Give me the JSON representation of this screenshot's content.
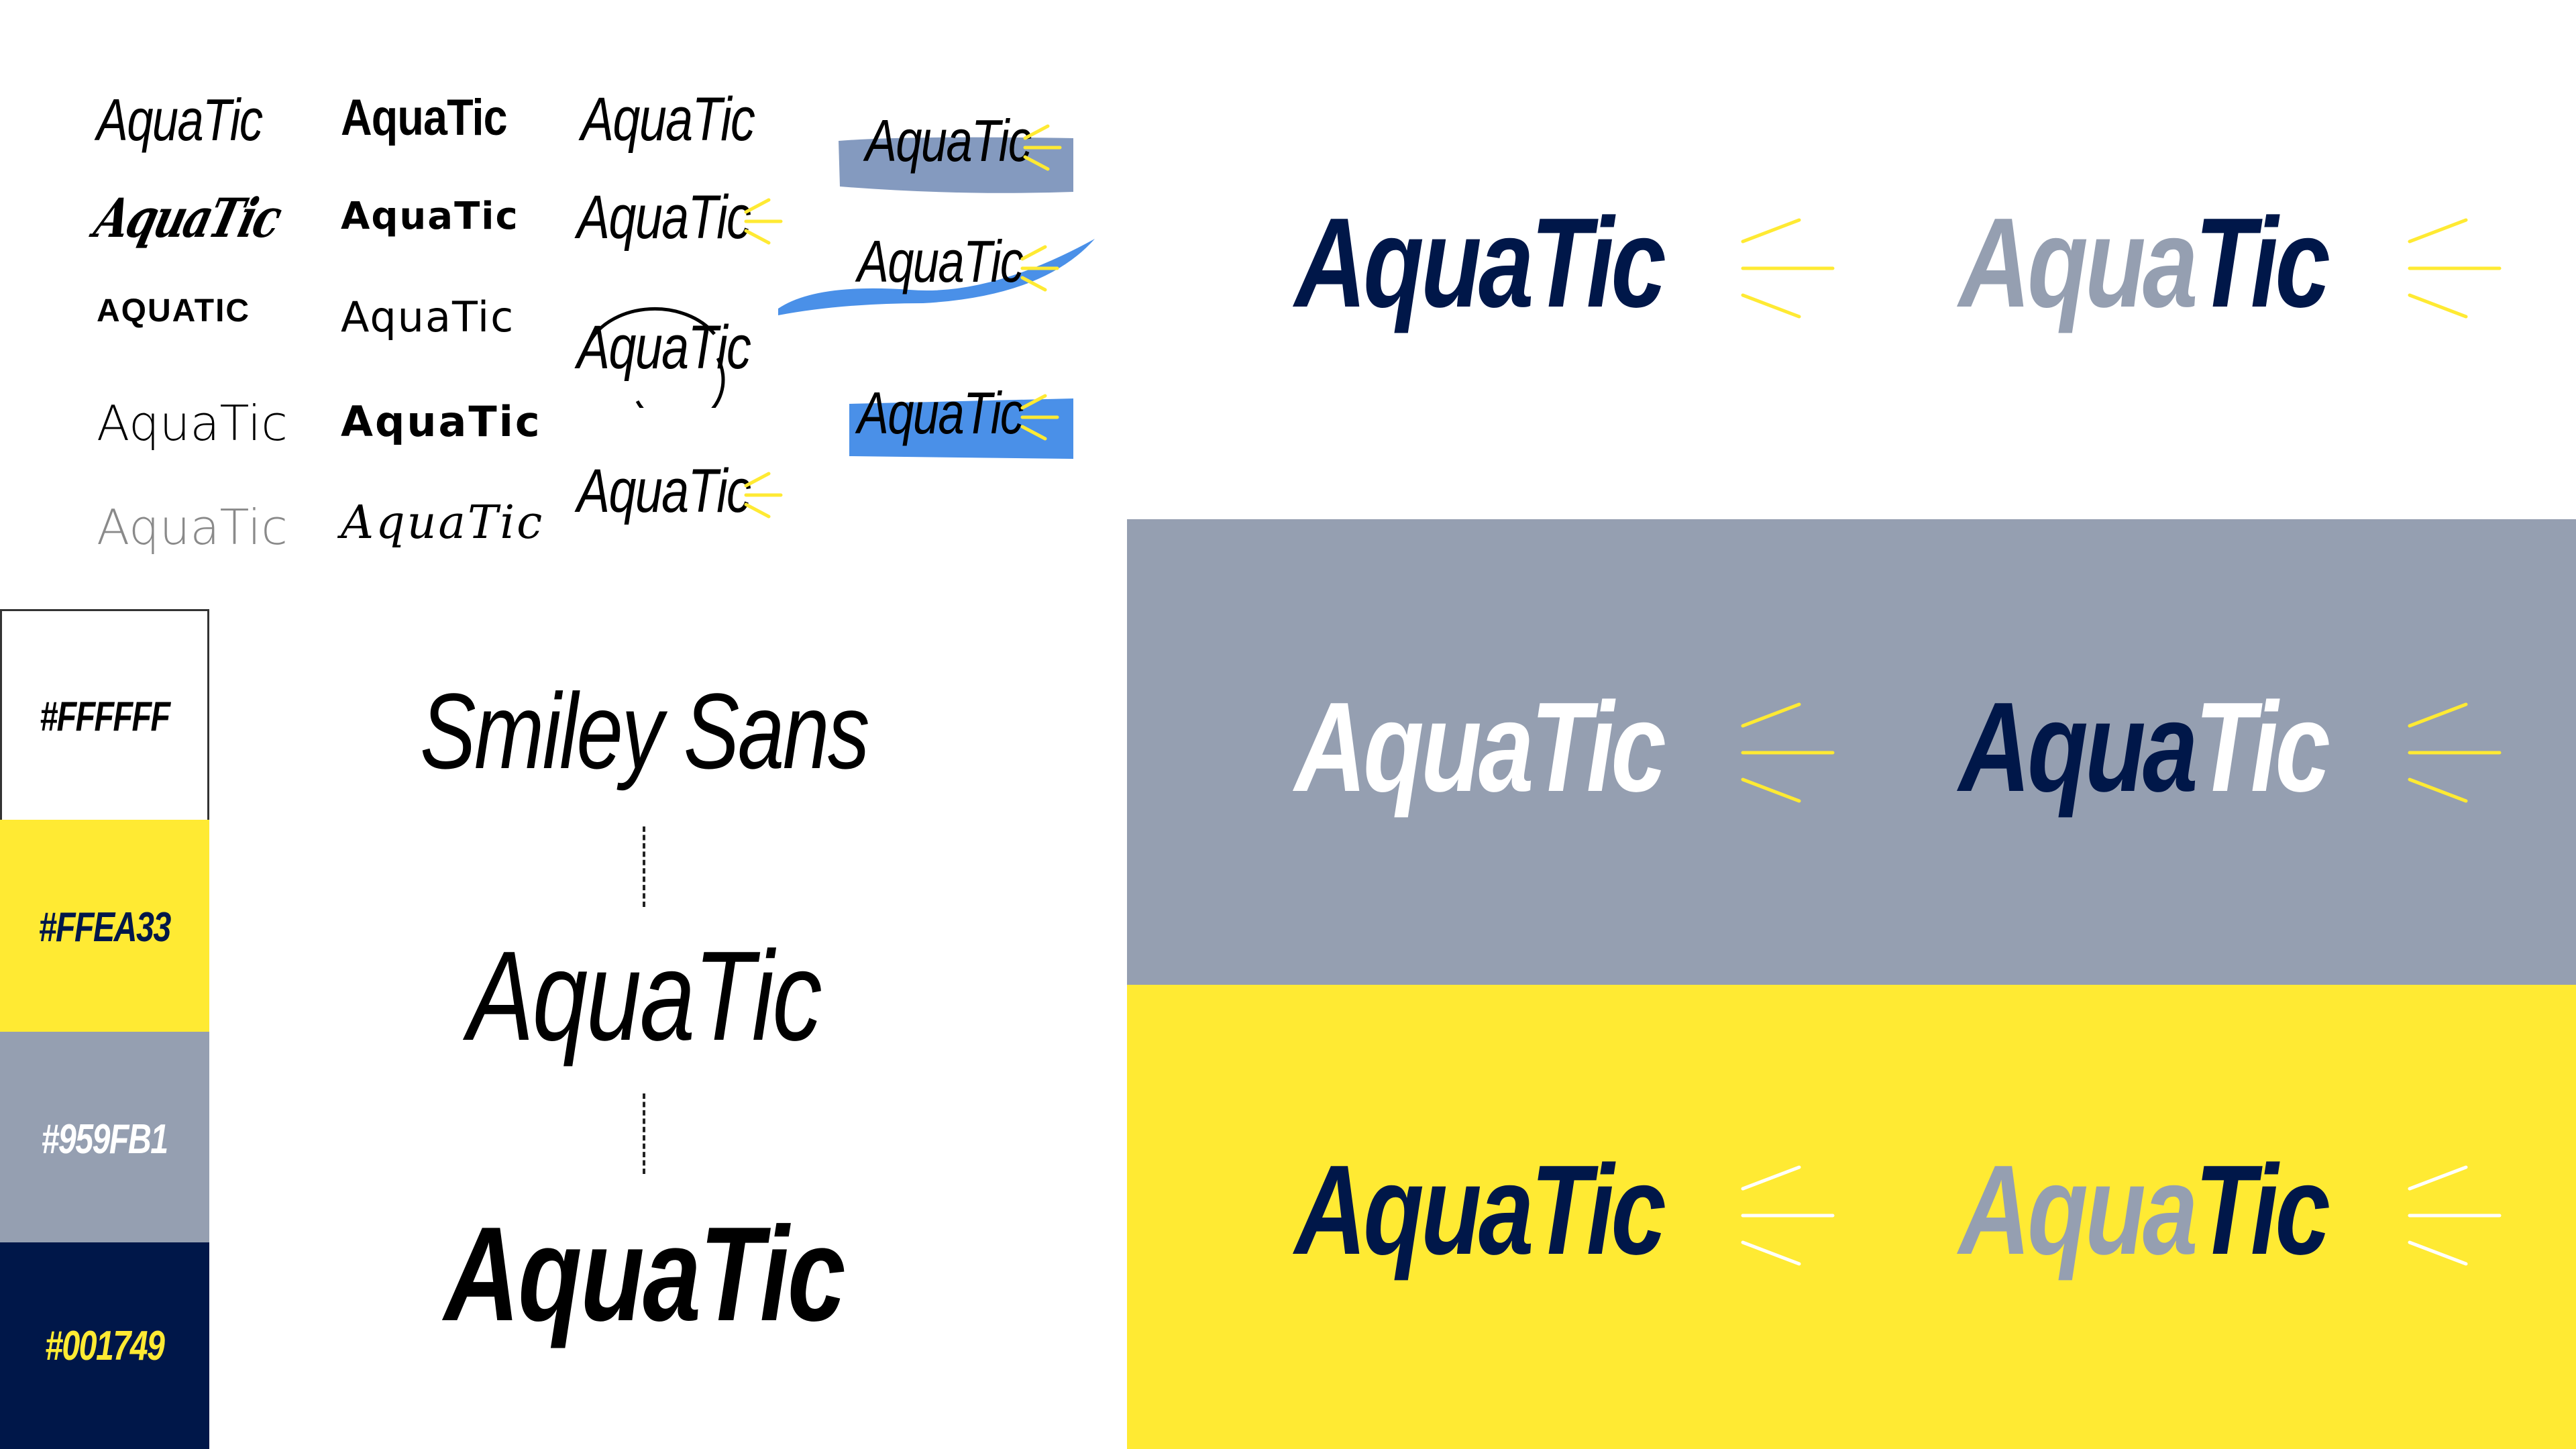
{
  "brand": "AquaTic",
  "colors": {
    "white": "#FFFFFF",
    "yellow": "#FFEA33",
    "gray": "#959FB1",
    "navy": "#001749"
  },
  "variations": [
    "AquaTic",
    "AquaTic",
    "AquaTic",
    "AquaTic",
    "AquaTic",
    "AquaTic",
    "AquaTic",
    "AquaTic",
    "AQUATIC",
    "AquaTic",
    "AquaTic",
    "AquaTic",
    "AquaTic",
    "AquaTic",
    "AquaTic",
    "AquaTic",
    "AquaTic"
  ],
  "palette": [
    {
      "label": "#FFFFFF"
    },
    {
      "label": "#FFEA33"
    },
    {
      "label": "#959FB1"
    },
    {
      "label": "#001749"
    }
  ],
  "font_spec": {
    "font_name": "Smiley Sans",
    "sample_1": "AquaTic",
    "sample_2": "AquaTic"
  },
  "logos": {
    "part_1": "Aqua",
    "part_2": "Tic"
  }
}
